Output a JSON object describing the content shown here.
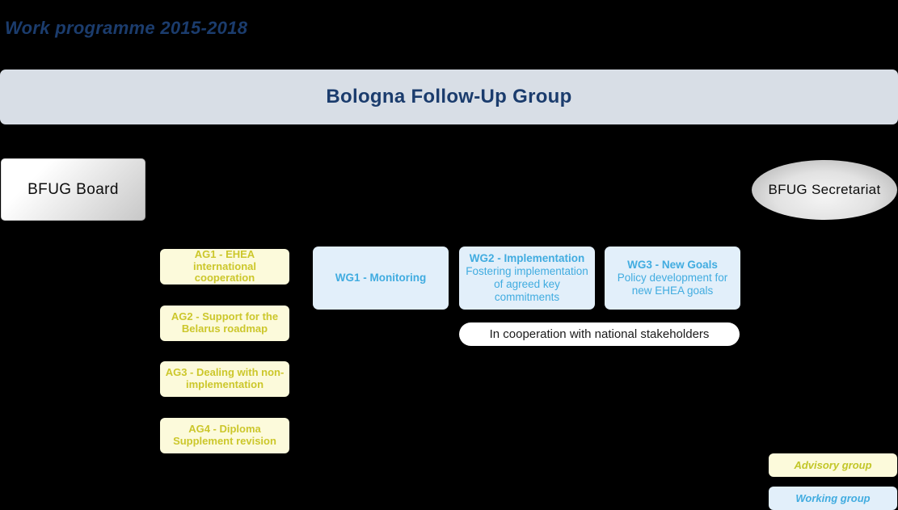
{
  "title": "Work programme 2015-2018",
  "header": {
    "label": "Bologna Follow-Up Group"
  },
  "nodes": {
    "board": "BFUG Board",
    "secretariat": "BFUG Secretariat"
  },
  "advisory_groups": [
    {
      "label": "AG1 - EHEA international cooperation"
    },
    {
      "label": "AG2 - Support for the Belarus roadmap"
    },
    {
      "label": "AG3 - Dealing with non-implementation"
    },
    {
      "label": "AG4 - Diploma Supplement revision"
    }
  ],
  "working_groups": [
    {
      "title": "WG1 - Monitoring",
      "subtitle": ""
    },
    {
      "title": "WG2 - Implementation",
      "subtitle": "Fostering implementation of agreed key commitments"
    },
    {
      "title": "WG3 - New Goals",
      "subtitle": "Policy development for new EHEA goals"
    }
  ],
  "cooperation_note": "In cooperation with national stakeholders",
  "legend": {
    "advisory": "Advisory group",
    "working": "Working group"
  },
  "colors": {
    "navy": "#1b3c6d",
    "bar-bg": "#d8dee6",
    "ag-bg": "#fcfadb",
    "ag-text": "#ccc72b",
    "wg-bg": "#e2effa",
    "wg-text": "#41ace0",
    "pill-bg": "#ffffff",
    "pill-text": "#1a1a1a",
    "bg": "#000000"
  }
}
